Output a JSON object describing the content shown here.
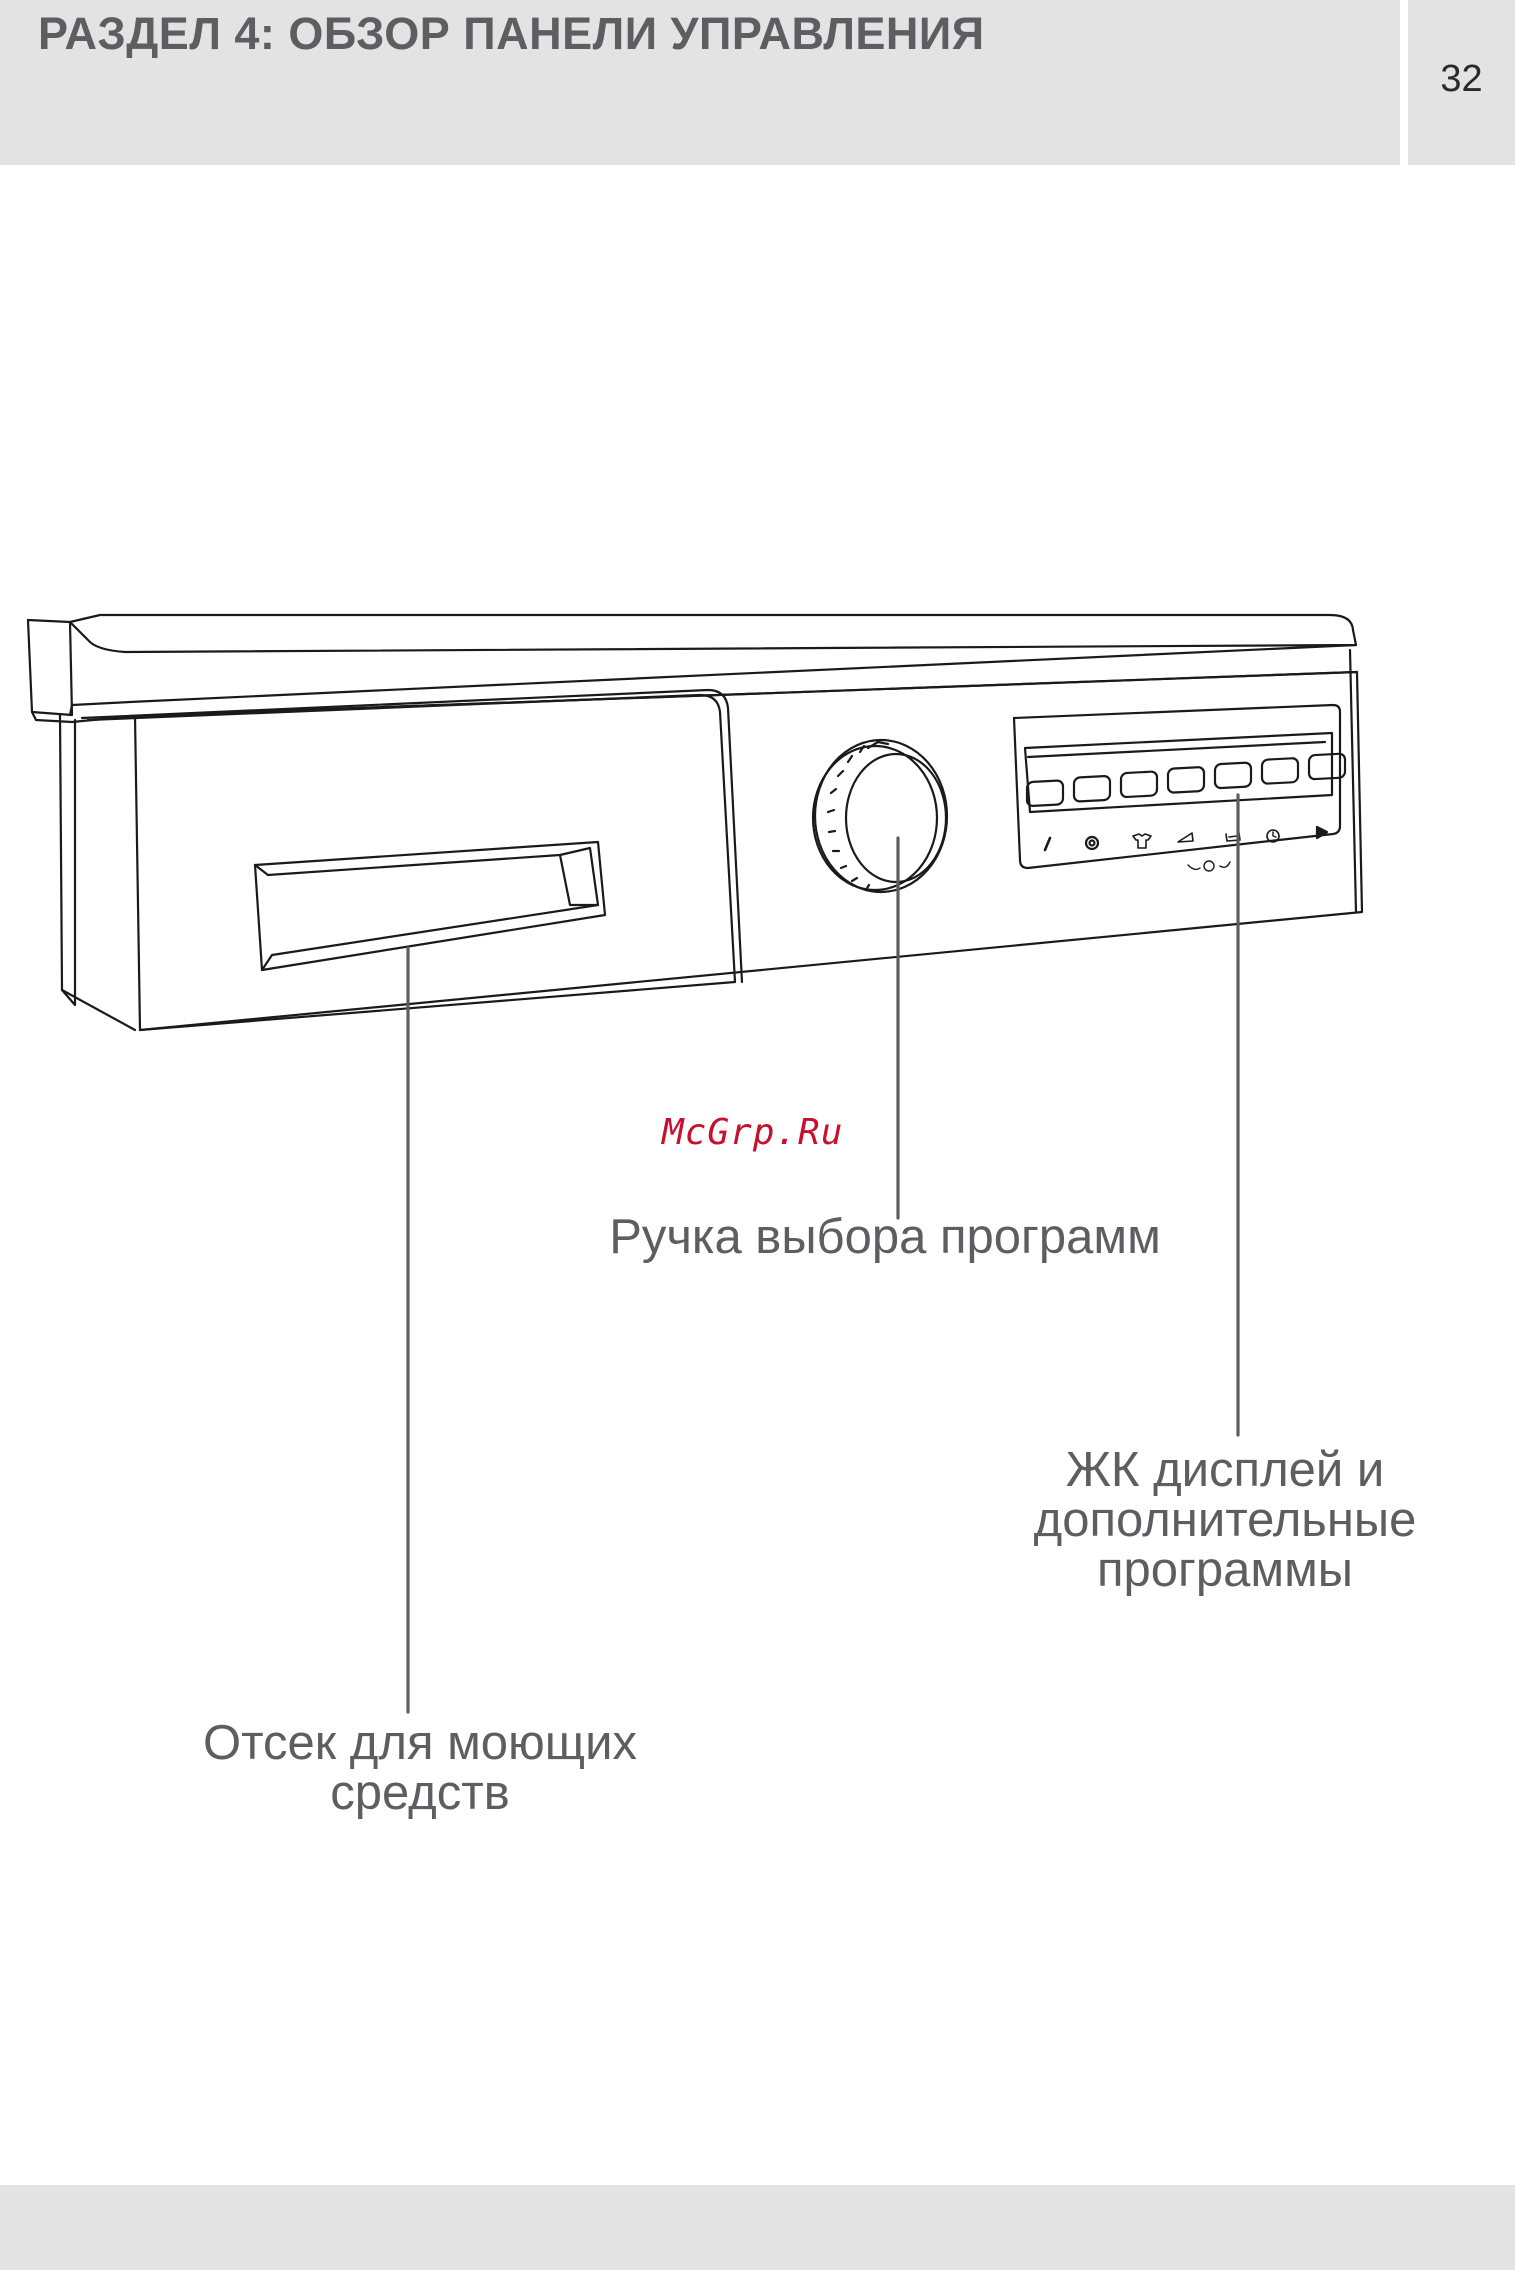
{
  "header": {
    "section_title": "РАЗДЕЛ 4:  ОБЗОР ПАНЕЛИ УПРАВЛЕНИЯ",
    "page_number": "32"
  },
  "watermark": "McGrp.Ru",
  "callouts": {
    "knob": [
      "Ручка выбора программ"
    ],
    "display": [
      "ЖК дисплей и",
      "дополнительные",
      "программы"
    ],
    "drawer": [
      "Отсек для моющих",
      "средств"
    ]
  },
  "panel": {
    "button_icons": [
      "thermometer-icon",
      "spin-icon",
      "shirt-icon",
      "iron-icon",
      "prewash-basin-icon",
      "clock-icon",
      "play-icon"
    ],
    "below_buttons_icon": "child-lock-icon"
  },
  "colors": {
    "header_bg": "#e3e3e3",
    "text_gray": "#5d5d62",
    "watermark_red": "#c8102e"
  }
}
